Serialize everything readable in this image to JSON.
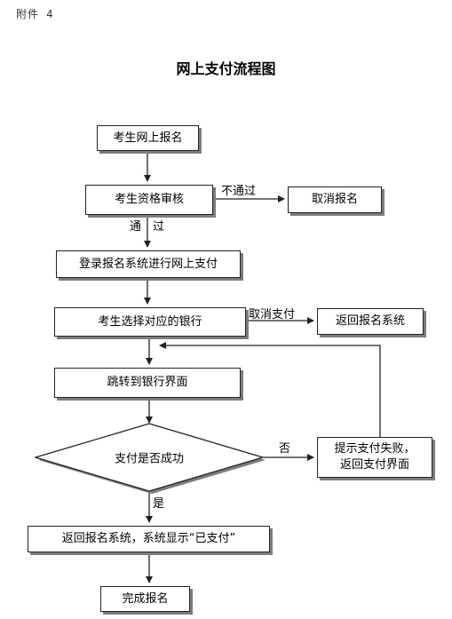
{
  "attachment_label": "附件 4",
  "title": "网上支付流程图",
  "nodes": {
    "online_registration": "考生网上报名",
    "qualification_review": "考生资格审核",
    "cancel_registration": "取消报名",
    "login_pay": "登录报名系统进行网上支付",
    "select_bank": "考生选择对应的银行",
    "return_system": "返回报名系统",
    "jump_bank": "跳转到银行界面",
    "payment_success_decision": "支付是否成功",
    "payment_failed": [
      "提示支付失败，",
      "返回支付界面"
    ],
    "return_paid": "返回报名系统，系统显示“已支付”",
    "complete": "完成报名"
  },
  "edge_labels": {
    "not_passed": "不通过",
    "passed": "通　过",
    "cancel_payment": "取消支付",
    "no": "否",
    "yes": "是"
  }
}
